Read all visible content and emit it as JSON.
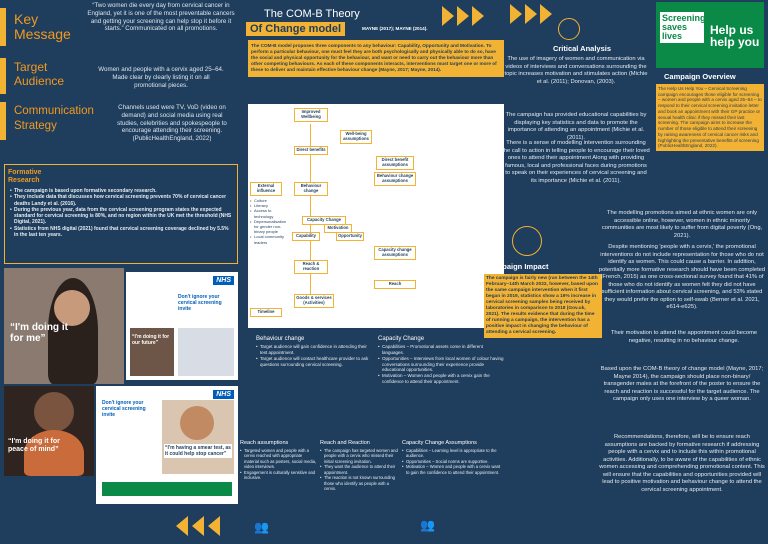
{
  "left": {
    "key_message_label": "Key\nMessage",
    "target_audience_label": "Target\nAudience",
    "comm_strategy_label": "Communication\nStrategy",
    "quote": "“Two women die every day from cervical cancer in England, yet it is one of the most preventable cancers and getting your screening can help stop it before it starts.” Communicated on all promotions.",
    "audience": "Women and people with a cervix aged 25–64. Made clear by clearly listing it on all promotional pieces.",
    "channels": "Channels used were TV, VoD (video on demand) and social media using real studies, celebrities and spokespeople to encourage attending their screening. (PublicHealthEngland, 2022)",
    "formative_title": "Formative\nResearch",
    "formative_points": [
      "The campaign is based upon formative secondary research.",
      "They include data that discusses how cervical screening prevents 70% of cervical cancer deaths Landy et al. (2016).",
      "During the previous year, data from the cervical screening program states the expected standard for cervical screening is 80%, and no region within the UK met the threshold (NHS Digital, 2021).",
      "Statistics from NHS digital (2021) found that cervical screening coverage declined by 5.5% in the last ten years."
    ],
    "poster1_quote": "“I'm doing it for me”",
    "poster2_quote": "“I'm doing it for our future”",
    "poster3_quote": "“I'm doing it for peace of mind”",
    "poster4_quote": "“I'm having a smear test, as it could help stop cancer”",
    "nhs": "NHS",
    "poster_headline": "Don't ignore your cervical screening invite"
  },
  "middle": {
    "title": "The COM-B Theory",
    "subtitle": "Of Change model",
    "citation": "MAYNE (2017); MAYNE (2014).",
    "intro": "The COM-B model proposes three components to any behaviour: Capability, Opportunity and Motivation. To perform a particular behaviour, one must feel they are both psychologically and physically able to do so, have the social and physical opportunity for the behaviour, and want or need to carry out the behaviour more than other competing behaviours. As each of these components interacts, interventions must target one or more of these to deliver and maintain effective behaviour change (Mayne, 2017; Mayne, 2014).",
    "flow": {
      "improved_wellbeing": "Improved Wellbeing",
      "well_being_assumptions": "Well-being assumptions",
      "direct_benefits": "Direct benefits",
      "direct_benefit_assumptions": "Direct benefit assumptions",
      "behaviour_change": "Behaviour change",
      "behaviour_change_assumptions": "Behaviour change assumptions",
      "external_influence": "External influence",
      "capacity_change": "Capacity Change",
      "capability": "Capability",
      "motivation": "Motivation",
      "opportunity": "Opportunity",
      "capacity_change_assumptions": "Capacity change assumptions",
      "reach_reaction": "Reach & reaction",
      "reach": "Reach",
      "goods_services": "Goods & services (Activities)",
      "timeline": "Timeline",
      "external_list": [
        "Culture",
        "Literacy",
        "Access to technology",
        "Depersonalisation for gender non-binary people",
        "Local community leaders"
      ]
    },
    "behaviour_change_title": "Behaviour change",
    "behaviour_change_points": [
      "Target audience will gain confidence in attending their test appointment.",
      "Target audience will contact healthcare provider to ask questions surrounding cervical screening."
    ],
    "capacity_change_title": "Capacity Change",
    "capacity_change_points": [
      "Capabilities – Promotional assets come in different languages.",
      "Opportunities – Interviews from local women of colour having conversations surrounding their experience provide educational opportunities.",
      "Motivation – Women and people with a cervix gain the confidence to attend their appointment."
    ],
    "reach_assumptions_title": "Reach assumptions",
    "reach_assumptions_points": [
      "Targeted women and people with a cervix reached with appropriate material such as posters, social media, video interviews.",
      "Engagement is culturally sensitive and inclusive."
    ],
    "reach_reaction_title": "Reach and Reaction",
    "reach_reaction_points": [
      "The campaign has targeted women and people with a cervix who missed their initial screening invitation.",
      "They want the audience to attend their appointment.",
      "The reaction is not known surrounding those who identify as people with a cervix."
    ],
    "capacity_assumptions_title": "Capacity Change Assumptions",
    "capacity_assumptions_points": [
      "Capabilities – Learning level is appropriate to the audience.",
      "Opportunities – Social norms are supportive.",
      "Motivation – Women and people with a cervix want to gain the confidence to attend their appointment."
    ]
  },
  "right": {
    "critical_title": "Critical Analysis",
    "critical_p1": "The use of imagery of women and communication via videos of interviews and conversations surrounding the topic increases motivation and stimulates action (Michie et al. (2011); Donovan, (2003).",
    "critical_p2": "The campaign has provided educational capabilities by displaying key statistics and data to promote the importance of attending an appointment (Michie et al. (2011).",
    "critical_p3": "There is a sense of modelling intervention surrounding the call to action in telling people to encourage their loved ones to attend their appointment Along with providing famous, local and professional faces during promotions to speak on their experiences of cervical screening and its importance (Michie et al. (2011).",
    "logo_line1": "Screening",
    "logo_line2": "saves",
    "logo_line3": "lives",
    "logo_help": "Help us help you",
    "overview_title": "Campaign Overview",
    "overview_text": "The Help Us Help You – Cervical Screening campaign encourages those eligible for screening – women and people with a cervix aged 25–64 – to respond to their cervical screening invitation letter and book an appointment with their GP practice or sexual health clinic if they missed their last screening. The campaign aims to increase the number of those eligible to attend their screening by raising awareness of cervical cancer risks and highlighting the preventative benefits of screening (PublicHealthEngland, 2022).",
    "impact_title": "Campaign Impact",
    "impact_text": "The campaign is fairly new (ran between the 14th February–14th March 2022, however, based upon the same campaign intervention when it first began in 2019, statistics show a 19% increase in cervical screening samples being received by laboratories in comparison to 2018 (Gov.uk, 2021). The results evidence that during the time of running a campaign, the intervention has a positive impact in changing the behaviour of attending a cervical screening.",
    "right_p1": "The modelling promotions aimed at ethnic women are only accessible online, however, women in ethnic minority communities are most likely to suffer from digital poverty (Ong, 2021).",
    "right_p2": "Despite mentioning 'people with a cervix,' the promotional interventions do not include representation for those who do not identify as women. This could cause a barrier. In addition, potentially more formative research should have been completed (French, 2015) as one cross-sectional survey found that 41% of those who do not identify as women felt they did not have sufficient information about cervical screening, and 53% stated they would prefer the option to self-swab (Berner et al. 2021, e614-e625).",
    "right_p3": "Their motivation to attend the appointment could become negative, resulting in no behaviour change.",
    "right_p4": "Based upon the COM-B theory of change model (Mayne, 2017; Mayne 2014), the campaign should place non-binary/ transgender males at the forefront of the poster to ensure the reach and reaction is successful for the target audience. The campaign only uses one interview by a queer woman.",
    "right_p5": "Recommendations, therefore, will be to ensure reach assumptions are backed by formative research if addressing people with a cervix and to include this within promotional activities. Additionally, to be aware of the capabilities of ethnic women accessing and comprehending promotional content. This will ensure that the capabilities and opportunities provided will lead to positive motivation and behaviour change to attend the cervical screening appointment."
  },
  "colors": {
    "background": "#1f3d5c",
    "accent": "#f2b233",
    "nhs_green": "#0b8a47",
    "nhs_blue": "#005eb8"
  }
}
